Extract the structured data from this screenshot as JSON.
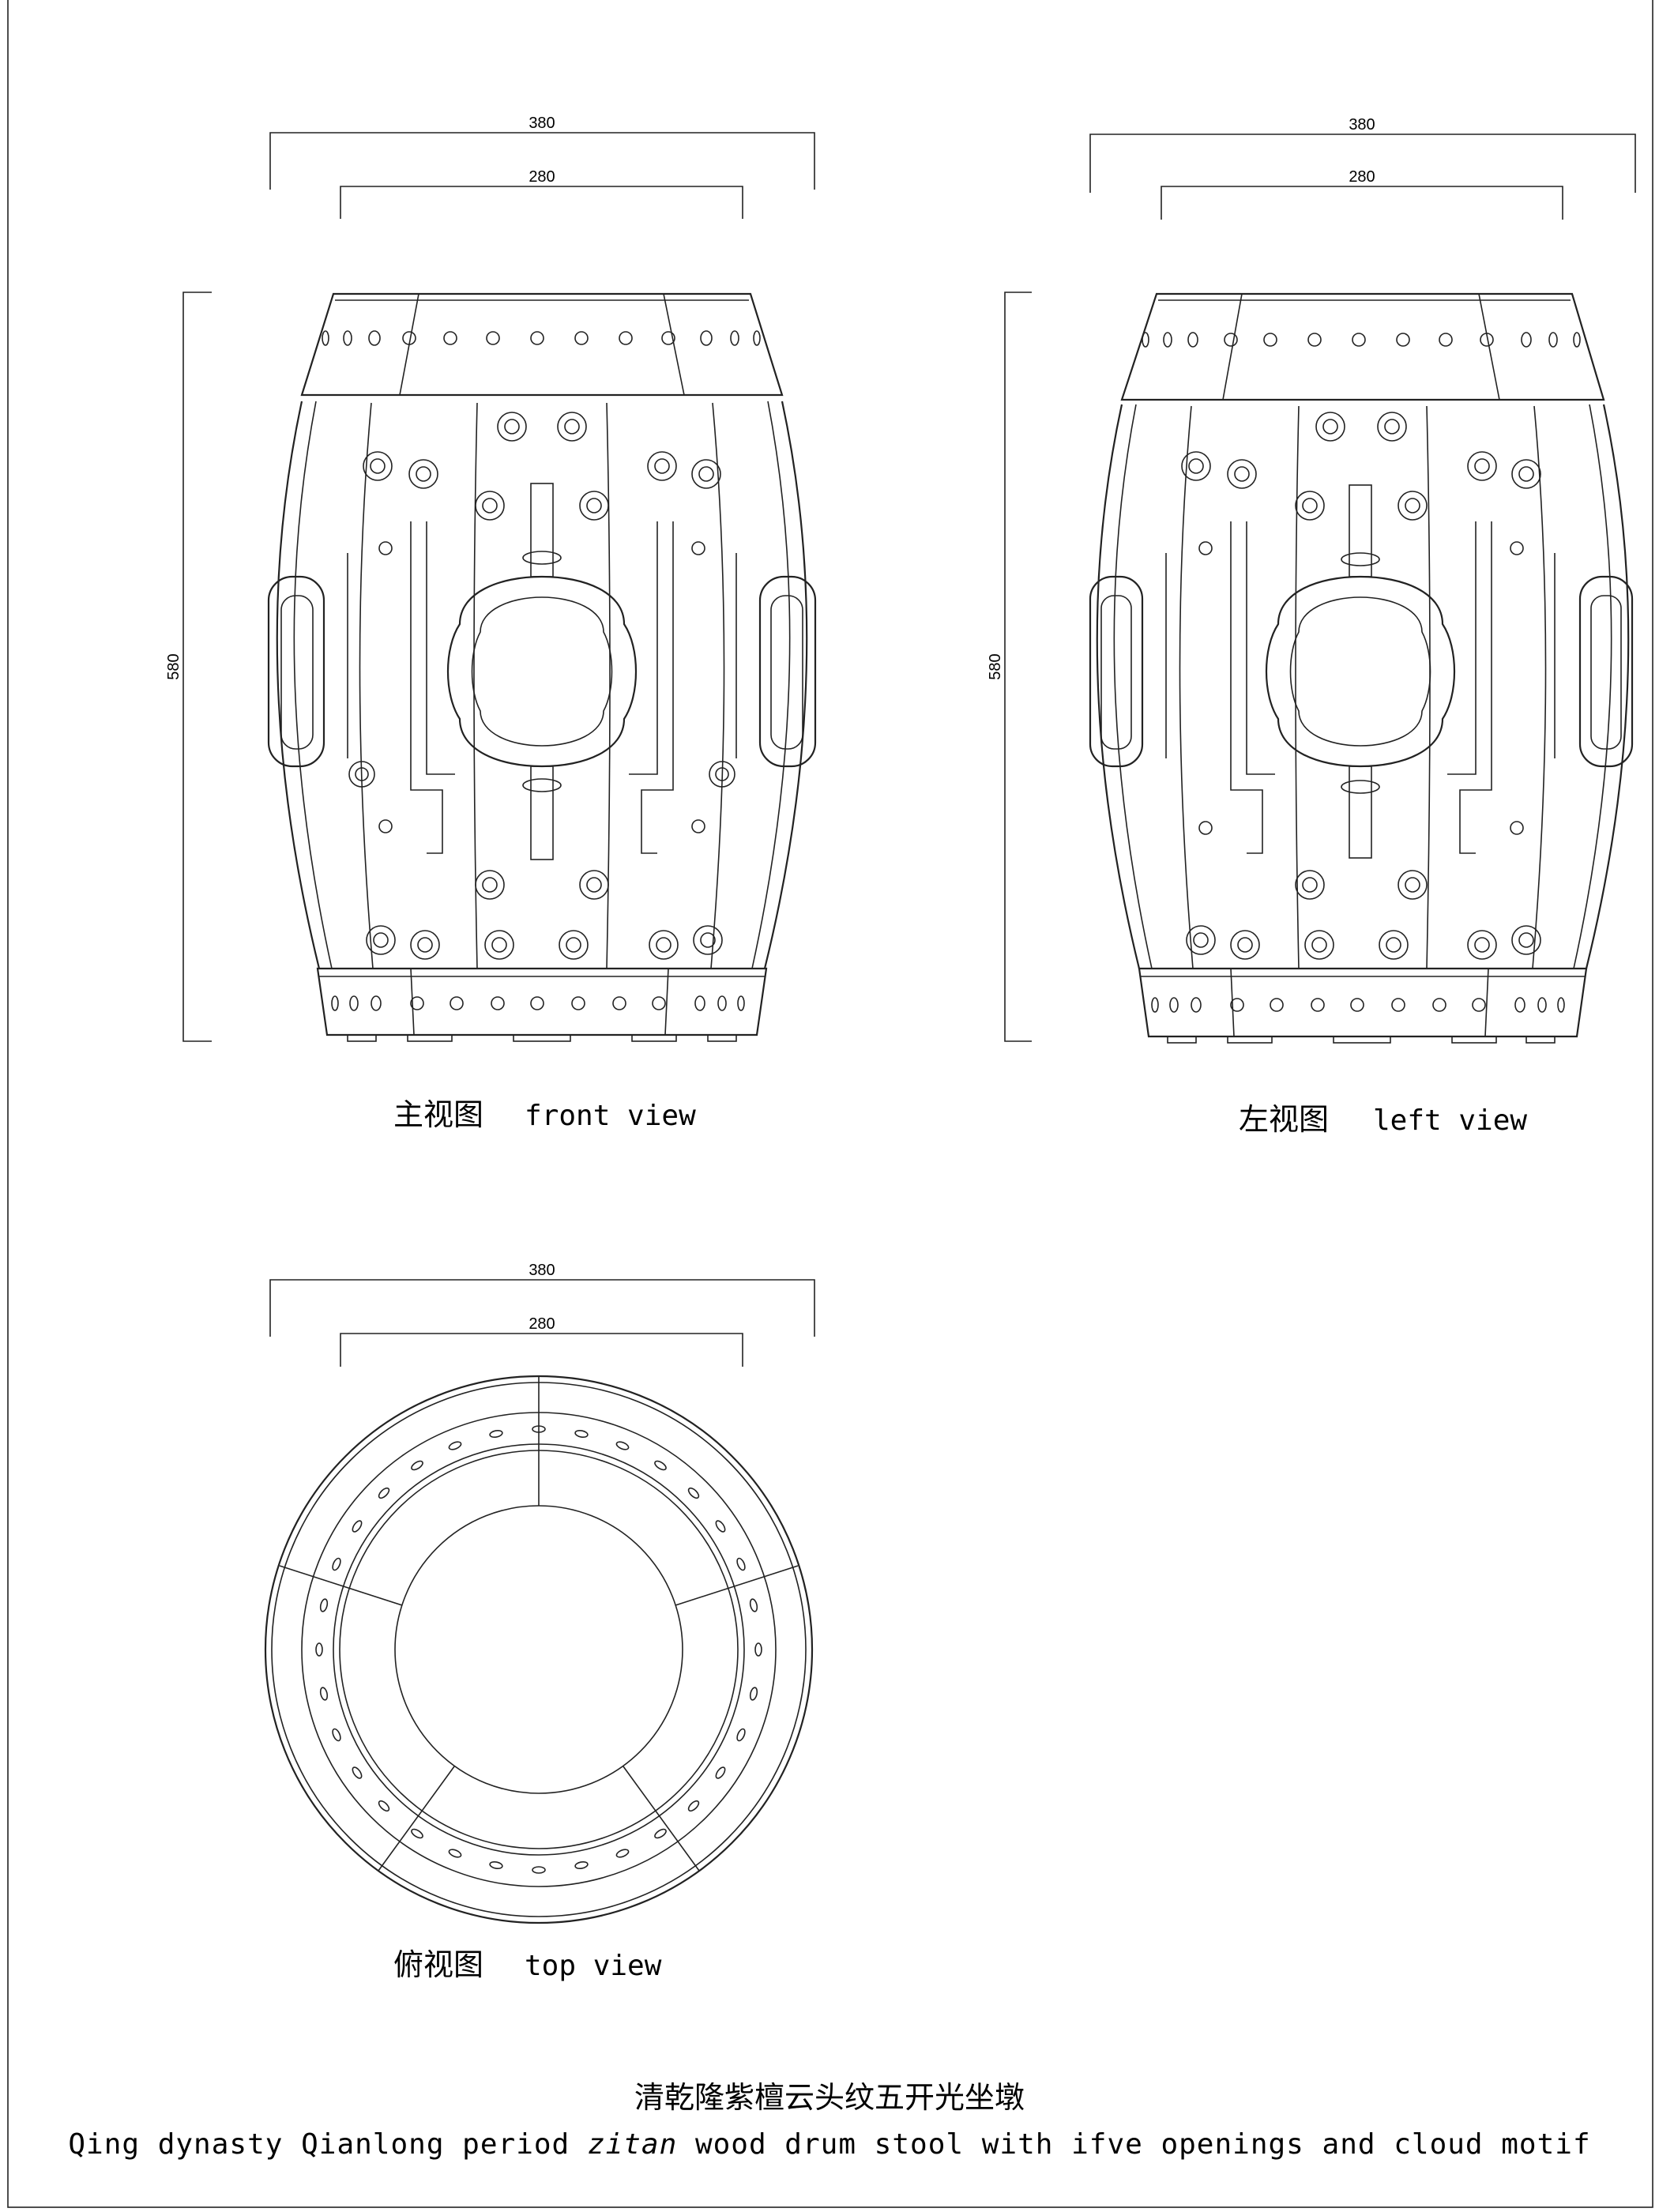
{
  "drawing": {
    "dimensions": {
      "outer_width": "380",
      "inner_width": "280",
      "height": "580"
    },
    "views": {
      "front": {
        "label_cn": "主视图",
        "label_en": "front view"
      },
      "left": {
        "label_cn": "左视图",
        "label_en": "left view"
      },
      "top": {
        "label_cn": "俯视图",
        "label_en": "top view"
      }
    },
    "title": {
      "cn": "清乾隆紫檀云头纹五开光坐墩",
      "en_pre": "Qing dynasty Qianlong period ",
      "en_italic": "zitan",
      "en_post": " wood drum stool with ifve openings and cloud motif"
    }
  }
}
